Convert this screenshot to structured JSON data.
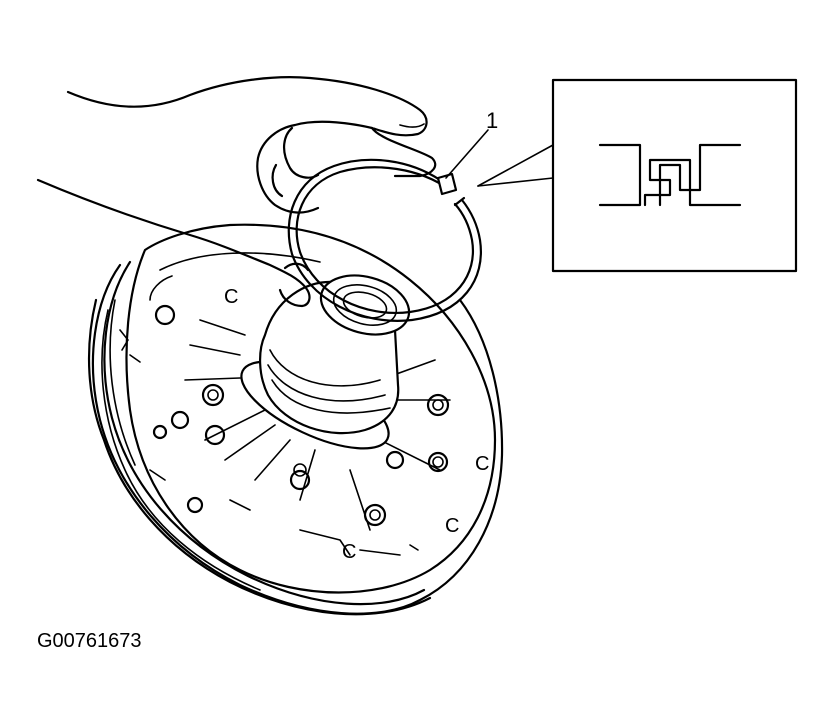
{
  "figure": {
    "callout_number": "1",
    "figure_id": "G00761673",
    "part_markings": [
      "C",
      "C",
      "C",
      "C"
    ]
  },
  "colors": {
    "ink": "#000000",
    "paper": "#ffffff"
  }
}
